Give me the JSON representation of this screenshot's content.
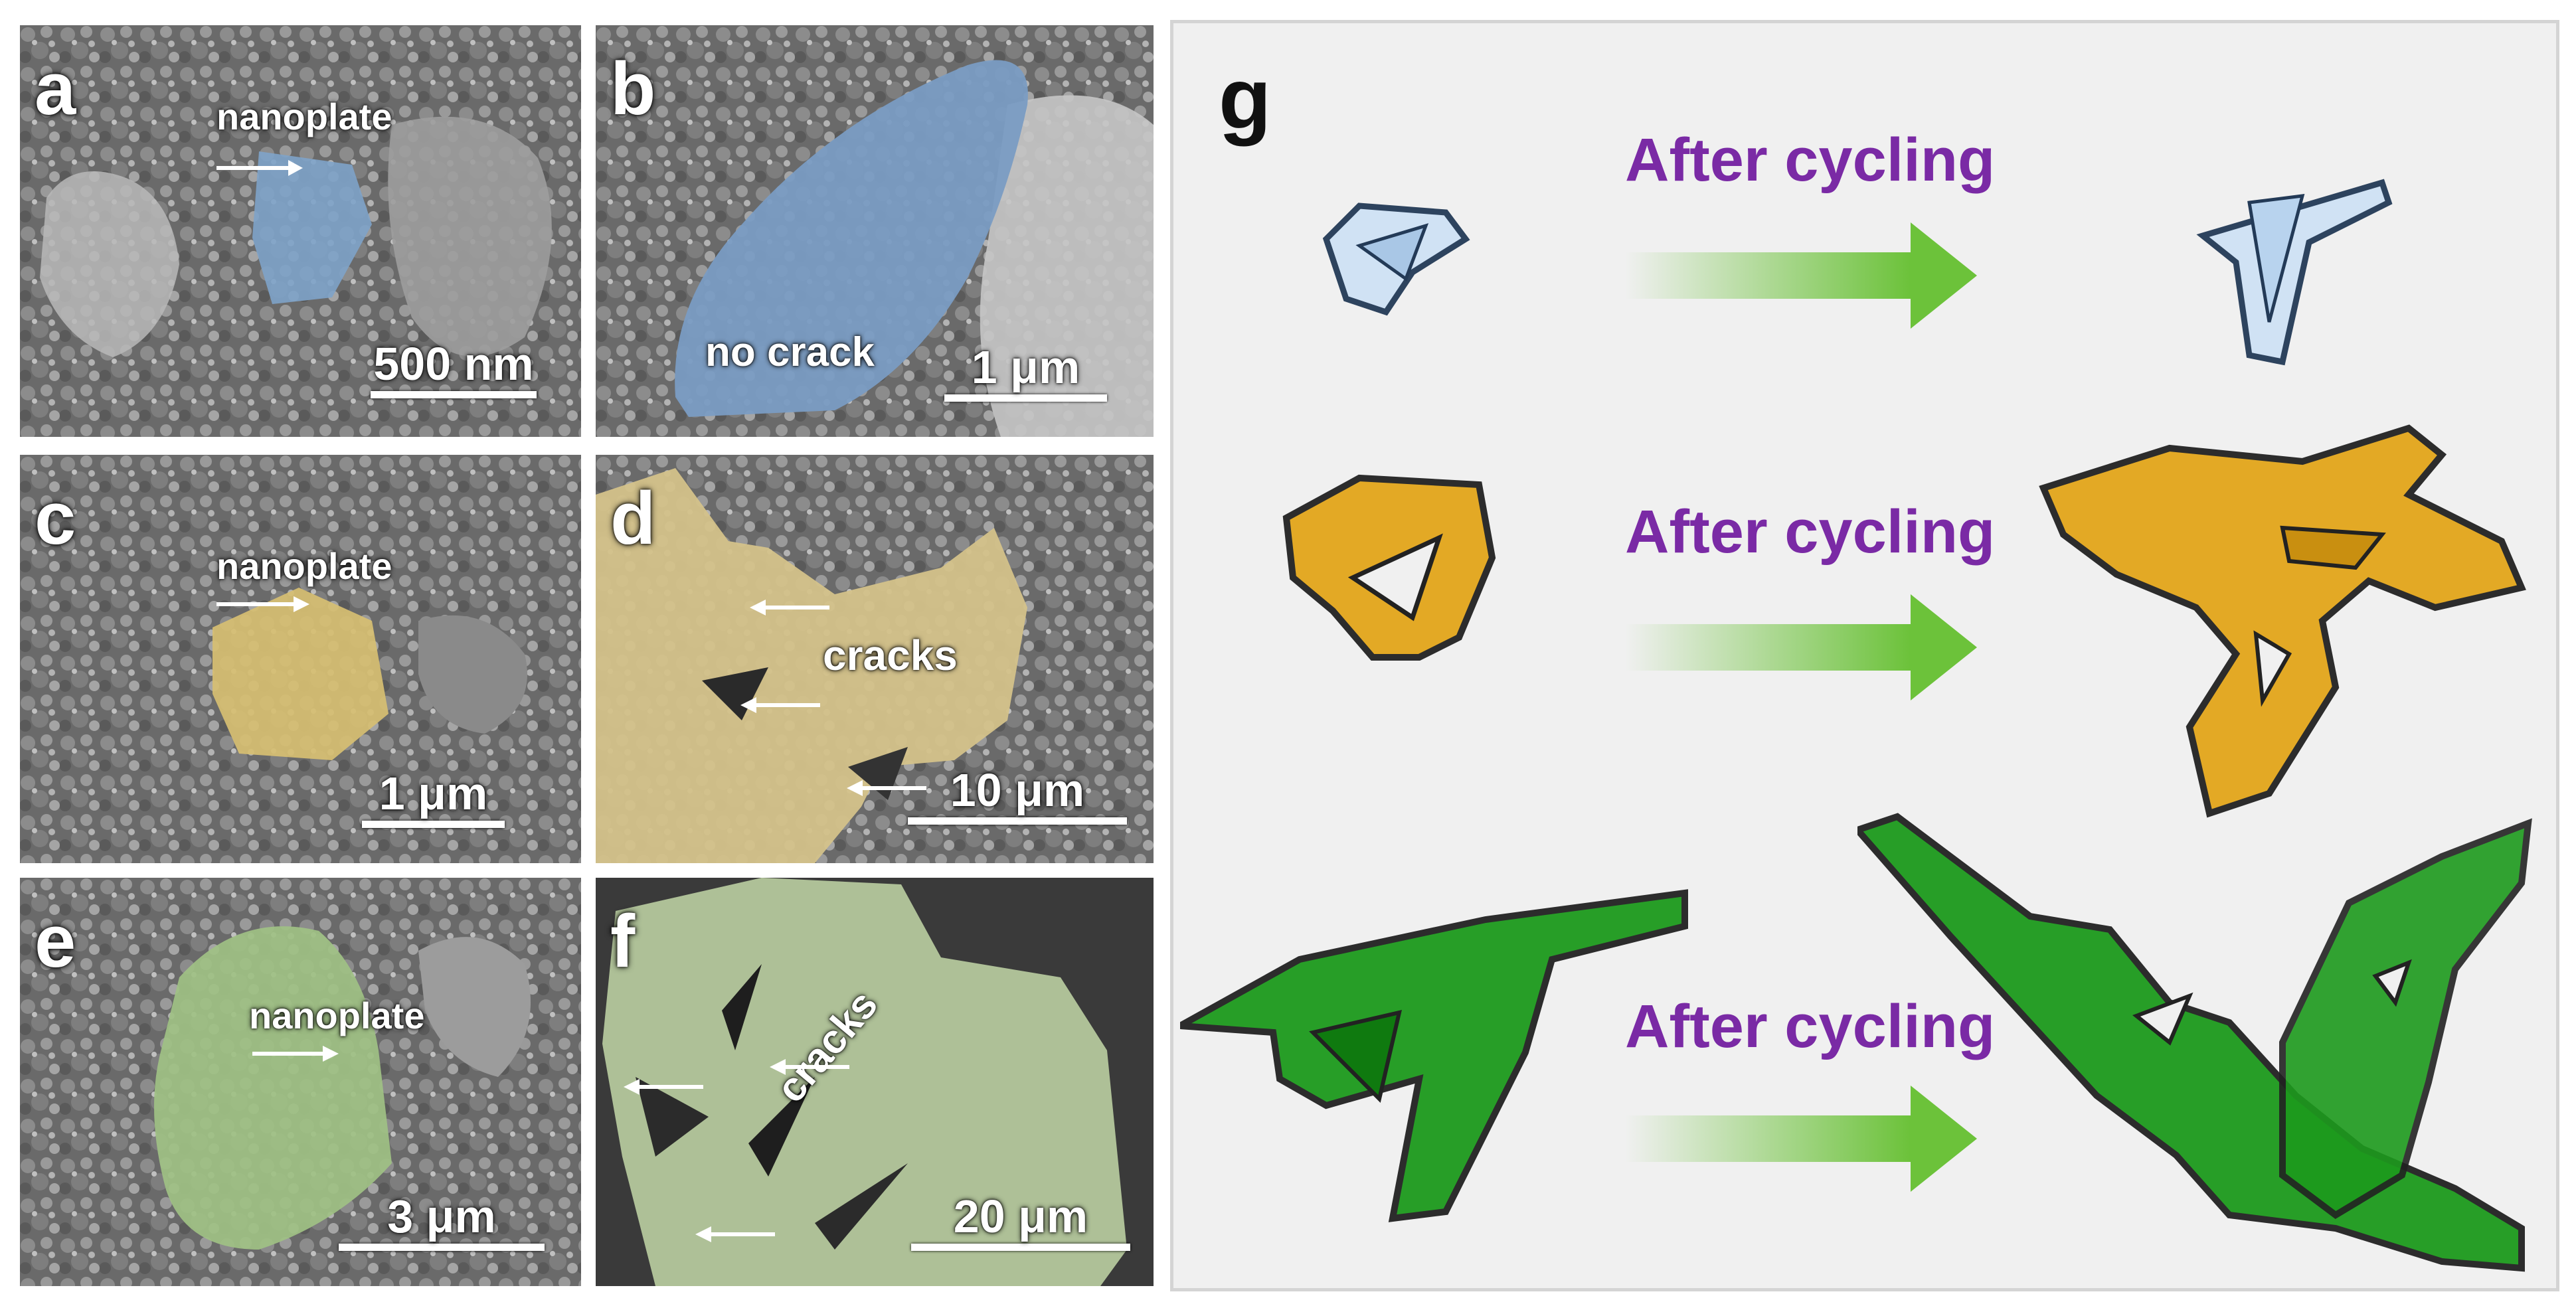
{
  "panels": {
    "a": {
      "label": "a",
      "annotation": "nanoplate",
      "scale": "500 nm"
    },
    "b": {
      "label": "b",
      "annotation": "no crack",
      "scale": "1 μm"
    },
    "c": {
      "label": "c",
      "annotation": "nanoplate",
      "scale": "1 μm"
    },
    "d": {
      "label": "d",
      "annotation": "cracks",
      "scale": "10 μm"
    },
    "e": {
      "label": "e",
      "annotation": "nanoplate",
      "scale": "3 μm"
    },
    "f": {
      "label": "f",
      "annotation": "cracks",
      "scale": "20 μm"
    },
    "g": {
      "label": "g",
      "rows": [
        {
          "text": "After cycling"
        },
        {
          "text": "After cycling"
        },
        {
          "text": "After cycling"
        }
      ]
    }
  },
  "colors": {
    "blue_overlay": "#7ea3c9",
    "yellow_overlay": "#d9c67e",
    "green_overlay": "#a6c88a",
    "orange_plate": "#e3a61b",
    "green_plate": "#1d9a1d",
    "light_blue_plate": "#cfe2f5",
    "purple_text": "#7a2aa5",
    "arrow_green": "#6cc23a"
  },
  "icons": [
    "arrow-right-icon"
  ]
}
